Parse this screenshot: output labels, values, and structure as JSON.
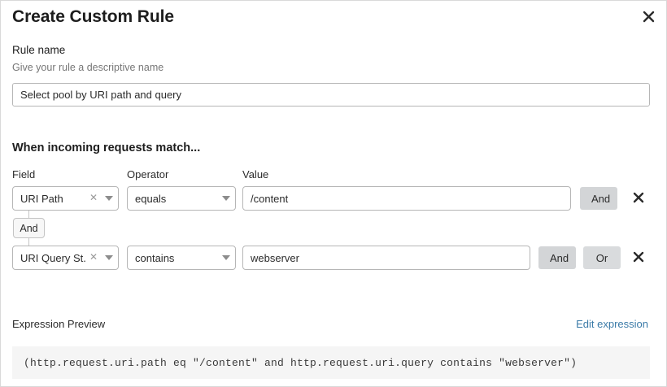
{
  "modal": {
    "title": "Create Custom Rule",
    "close_icon": "close-icon"
  },
  "rule_name": {
    "label": "Rule name",
    "help": "Give your rule a descriptive name",
    "value": "Select pool by URI path and query",
    "placeholder": "Select pool by URI path and query"
  },
  "conditions_section": {
    "heading": "When incoming requests match...",
    "columns": {
      "field": "Field",
      "operator": "Operator",
      "value": "Value"
    },
    "connector": {
      "label": "And"
    },
    "rows": [
      {
        "field": "URI Path",
        "field_clear_icon": "clear-icon",
        "field_caret_icon": "chevron-down-icon",
        "operator": "equals",
        "operator_caret_icon": "chevron-down-icon",
        "value": "/content",
        "and_label": "And",
        "remove_icon": "close-icon"
      },
      {
        "field": "URI Query St...",
        "field_clear_icon": "clear-icon",
        "field_caret_icon": "chevron-down-icon",
        "operator": "contains",
        "operator_caret_icon": "chevron-down-icon",
        "value": "webserver",
        "and_label": "And",
        "or_label": "Or",
        "remove_icon": "close-icon"
      }
    ]
  },
  "expression_preview": {
    "label": "Expression Preview",
    "edit_link": "Edit expression",
    "code": "(http.request.uri.path eq \"/content\" and http.request.uri.query contains \"webserver\")"
  },
  "colors": {
    "link": "#3b7ba8",
    "button_gray": "#d3d5d7",
    "border": "#b6b6b6",
    "code_bg": "#f5f5f5",
    "text": "#1d1d1d",
    "muted_text": "#767676"
  }
}
